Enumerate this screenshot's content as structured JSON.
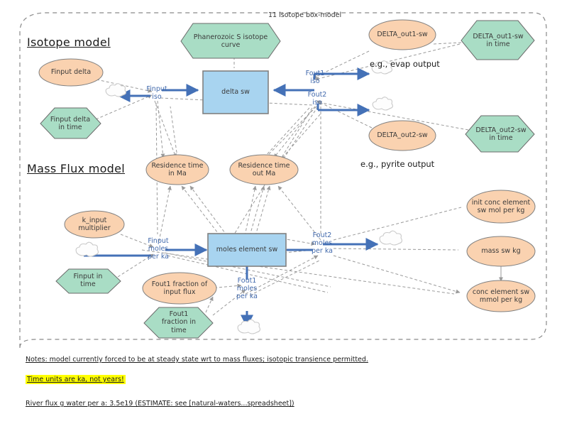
{
  "diagram": {
    "title": "11 isotope box-model",
    "sections": [
      {
        "id": "isotope",
        "label": "Isotope model"
      },
      {
        "id": "massflux",
        "label": "Mass Flux model"
      }
    ],
    "annotations": [
      {
        "id": "evap",
        "text": "e.g., evap output"
      },
      {
        "id": "pyrite",
        "text": "e.g., pyrite output"
      }
    ],
    "stocks": [
      {
        "id": "delta-sw",
        "label": "delta sw"
      },
      {
        "id": "moles-element-sw",
        "label": "moles element sw"
      }
    ],
    "converters": [
      {
        "id": "finput-delta",
        "label": "Finput delta"
      },
      {
        "id": "delta-out1-sw",
        "label": "DELTA_out1-sw"
      },
      {
        "id": "delta-out2-sw",
        "label": "DELTA_out2-sw"
      },
      {
        "id": "residence-time-in",
        "label": "Residence time in Ma"
      },
      {
        "id": "residence-time-out",
        "label": "Residence time out Ma"
      },
      {
        "id": "k-input-multiplier",
        "label": "k_input multiplier"
      },
      {
        "id": "fout1-fraction",
        "label": "Fout1 fraction of input flux"
      },
      {
        "id": "init-conc",
        "label": "init conc element sw mol per kg"
      },
      {
        "id": "mass-sw-kg",
        "label": "mass sw kg"
      },
      {
        "id": "conc-element-sw",
        "label": "conc element sw mmol per kg"
      }
    ],
    "graphicals": [
      {
        "id": "phanerozoic",
        "label": "Phanerozoic S isotope curve"
      },
      {
        "id": "delta-out1-in-time",
        "label": "DELTA_out1-sw in time"
      },
      {
        "id": "delta-out2-in-time",
        "label": "DELTA_out2-sw in time"
      },
      {
        "id": "finput-delta-in-time",
        "label": "Finput delta in time"
      },
      {
        "id": "finput-in-time",
        "label": "Finput in time"
      },
      {
        "id": "fout1-fraction-in-time",
        "label": "Fout1 fraction in time"
      }
    ],
    "flows": [
      {
        "id": "finput-iso",
        "name": "Finput",
        "unit": "iso"
      },
      {
        "id": "fout1-iso",
        "name": "Fout1",
        "unit": "iso"
      },
      {
        "id": "fout2-iso",
        "name": "Fout2",
        "unit": "iso"
      },
      {
        "id": "finput-moles",
        "name": "Finput",
        "unit": "moles per ka"
      },
      {
        "id": "fout1-moles",
        "name": "Fout1",
        "unit": "moles per ka"
      },
      {
        "id": "fout2-moles",
        "name": "Fout2",
        "unit": "moles per ka"
      }
    ],
    "notes": [
      {
        "id": "note-steady-state",
        "text": "Notes: model currently forced to be at steady state wrt to mass fluxes; isotopic transience permitted.",
        "highlight": false
      },
      {
        "id": "note-time-units",
        "text": "Time units are ka, not years!",
        "highlight": true
      },
      {
        "id": "note-river-flux",
        "text": "River flux g water per a: 3.5e19 (ESTIMATE: see [natural-waters...spreadsheet])",
        "highlight": false
      }
    ],
    "colors": {
      "stock_fill": "#a8d4f0",
      "stock_stroke": "#808080",
      "converter_fill": "#fad2b0",
      "converter_stroke": "#808080",
      "graphical_fill": "#a9ddc5",
      "graphical_stroke": "#6b6b6b",
      "flow_arrow": "#4471b7",
      "connector": "#9a9a9a",
      "highlight": "#ffff00"
    }
  }
}
